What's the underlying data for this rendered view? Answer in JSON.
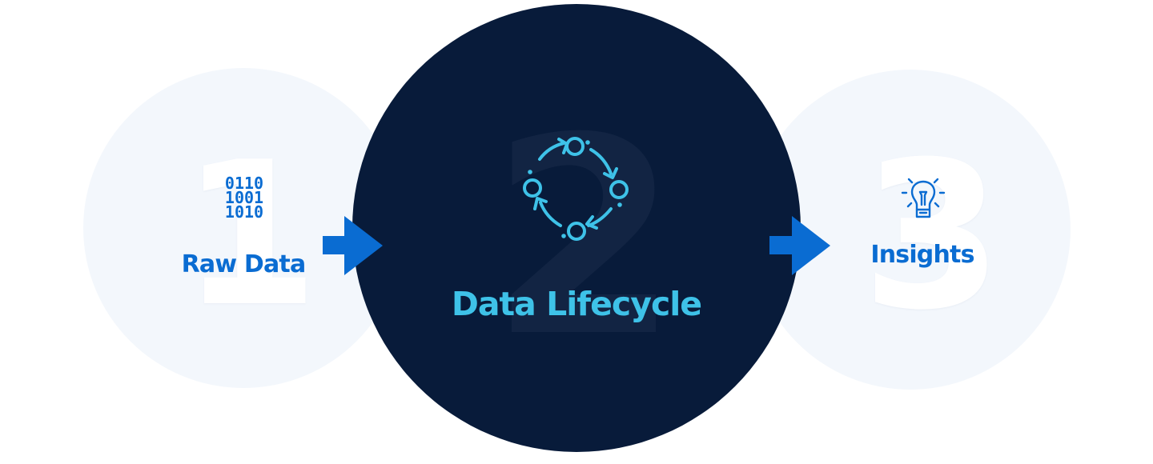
{
  "diagram": {
    "title": "Data Lifecycle",
    "colors": {
      "background": "#ffffff",
      "light_circle": "#f3f7fc",
      "dark_circle": "#081b3a",
      "dark_numeral": "#122443",
      "primary_blue": "#0a6cd2",
      "cyan_accent": "#3ec2e8",
      "arrow": "#0a6cd2"
    },
    "steps": [
      {
        "number": "1",
        "label": "Raw Data",
        "icon": "binary-data-icon",
        "binary_lines": [
          "0110",
          "1001",
          "1010"
        ]
      },
      {
        "number": "2",
        "label": "Data Lifecycle",
        "icon": "cycle-icon"
      },
      {
        "number": "3",
        "label": "Insights",
        "icon": "lightbulb-icon"
      }
    ],
    "connectors": [
      {
        "from": "Raw Data",
        "to": "Data Lifecycle",
        "icon": "arrow-right-icon"
      },
      {
        "from": "Data Lifecycle",
        "to": "Insights",
        "icon": "arrow-right-icon"
      }
    ]
  }
}
